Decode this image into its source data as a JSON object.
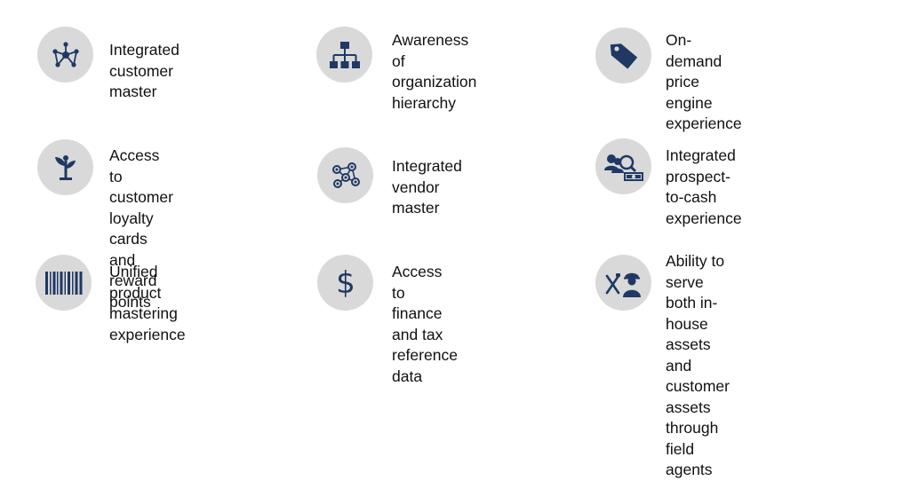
{
  "colors": {
    "icon": "#1f3864",
    "circle": "#d9d9d9",
    "text": "#111111",
    "background": "#ffffff"
  },
  "features": [
    {
      "icon": "network-icon",
      "text": "Integrated customer master"
    },
    {
      "icon": "org-chart-icon",
      "text": "Awareness of organization\nhierarchy"
    },
    {
      "icon": "price-tag-icon",
      "text": "On-demand price engine\nexperience"
    },
    {
      "icon": "plant-growth-icon",
      "text": "Access to customer loyalty\ncards and reward points"
    },
    {
      "icon": "people-network-icon",
      "text": "Integrated vendor master"
    },
    {
      "icon": "prospect-cash-icon",
      "text": "Integrated prospect-to-cash\nexperience"
    },
    {
      "icon": "barcode-icon",
      "text": "Unified product mastering\nexperience"
    },
    {
      "icon": "dollar-icon",
      "text": "Access to finance and tax\nreference data"
    },
    {
      "icon": "field-agent-icon",
      "text": "Ability to serve both in-house\nassets and customer assets\nthrough field agents"
    }
  ]
}
